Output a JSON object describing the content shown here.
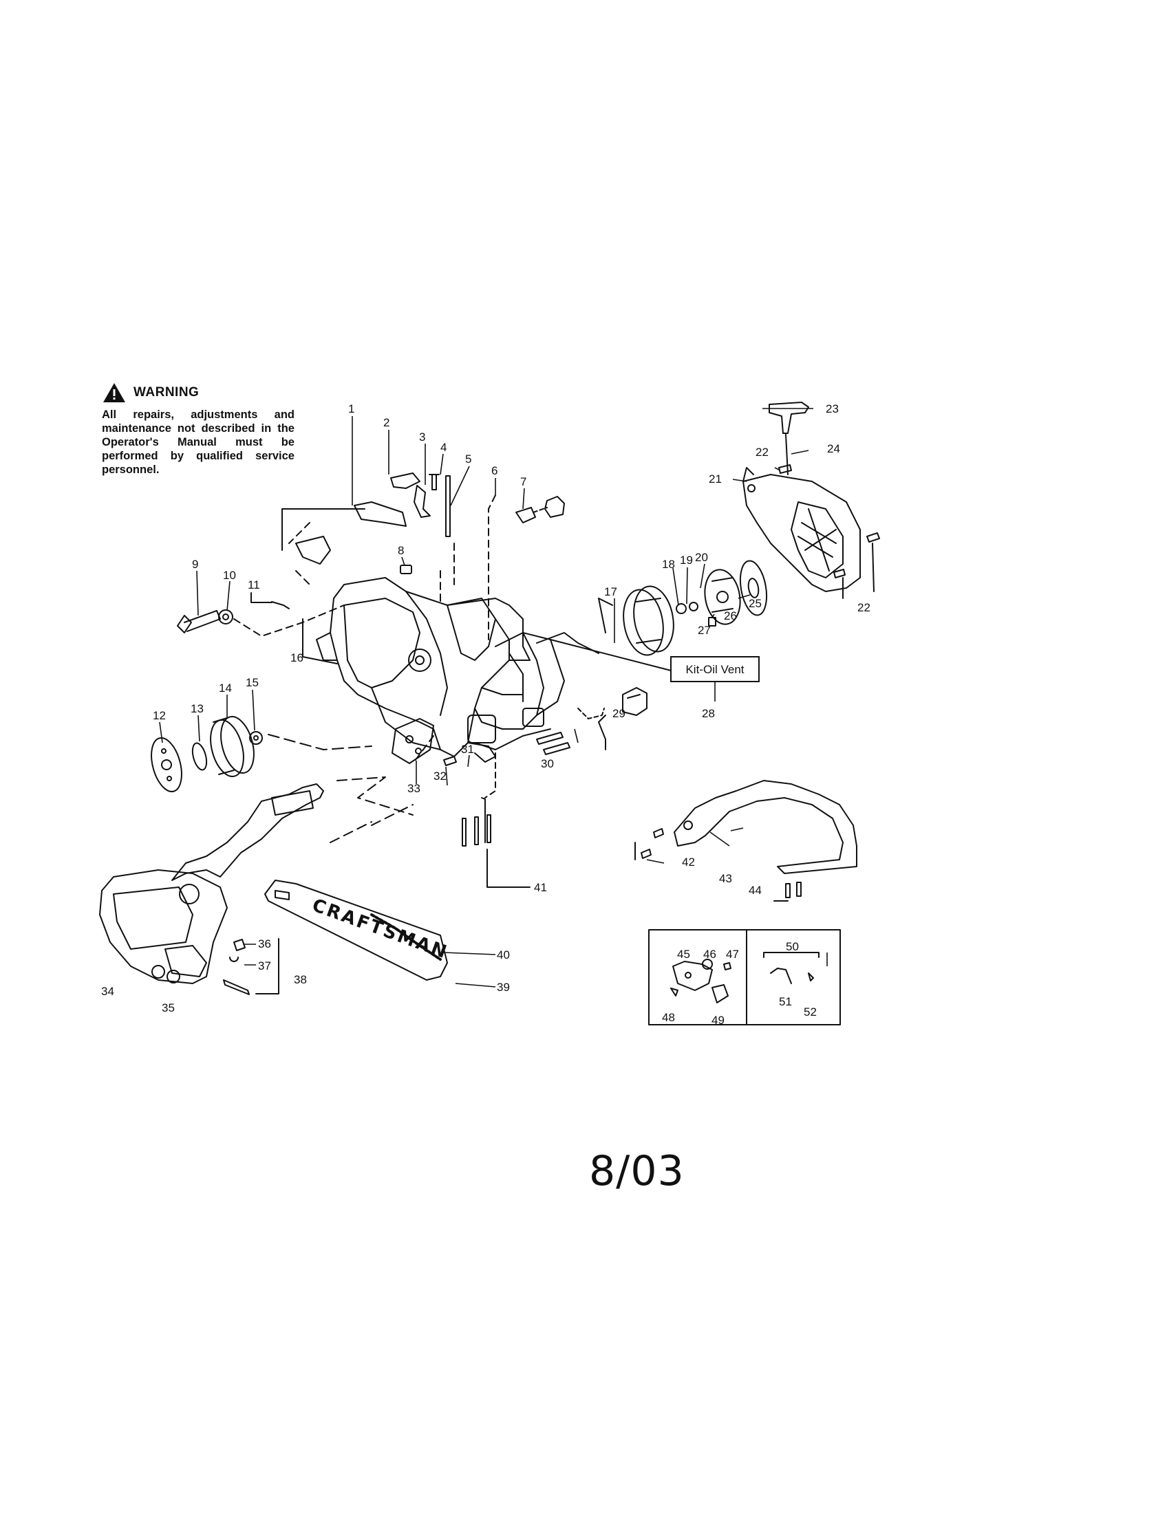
{
  "warning": {
    "title": "WARNING",
    "text": "All repairs, adjustments and maintenance not described in the Operator's Manual must be performed by qualified service personnel."
  },
  "kit_label": "Kit-Oil Vent",
  "brand": "CRAFTSMAN",
  "date_stamp": "8/03",
  "callouts": [
    "1",
    "2",
    "3",
    "4",
    "5",
    "6",
    "7",
    "8",
    "9",
    "10",
    "11",
    "12",
    "13",
    "14",
    "15",
    "16",
    "17",
    "18",
    "19",
    "20",
    "21",
    "22",
    "22",
    "23",
    "24",
    "25",
    "26",
    "27",
    "28",
    "29",
    "30",
    "31",
    "32",
    "33",
    "34",
    "35",
    "36",
    "37",
    "38",
    "39",
    "40",
    "41",
    "42",
    "43",
    "44",
    "45",
    "46",
    "47",
    "48",
    "49",
    "50",
    "51",
    "52"
  ]
}
